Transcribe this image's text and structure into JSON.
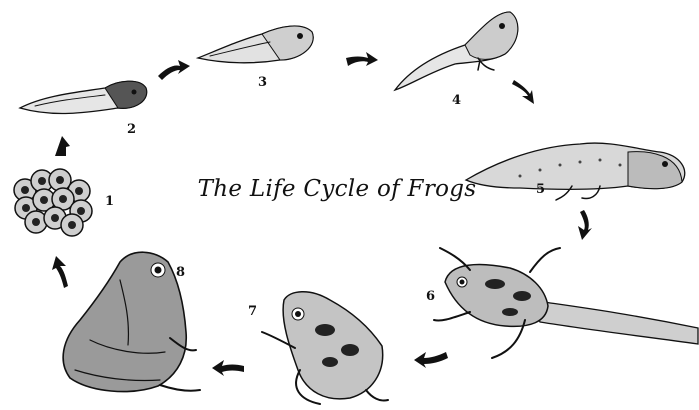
{
  "title": "The Life Cycle of Frogs",
  "stages": [
    {
      "number": "1",
      "icon": "frog-eggs-icon"
    },
    {
      "number": "2",
      "icon": "hatchling-tadpole-icon"
    },
    {
      "number": "3",
      "icon": "tadpole-icon"
    },
    {
      "number": "4",
      "icon": "tadpole-with-hind-legs-icon"
    },
    {
      "number": "5",
      "icon": "tadpole-with-legs-icon"
    },
    {
      "number": "6",
      "icon": "froglet-with-tail-icon"
    },
    {
      "number": "7",
      "icon": "young-frog-icon"
    },
    {
      "number": "8",
      "icon": "adult-frog-icon"
    }
  ],
  "colors": {
    "ink": "#111111",
    "background": "#ffffff"
  }
}
